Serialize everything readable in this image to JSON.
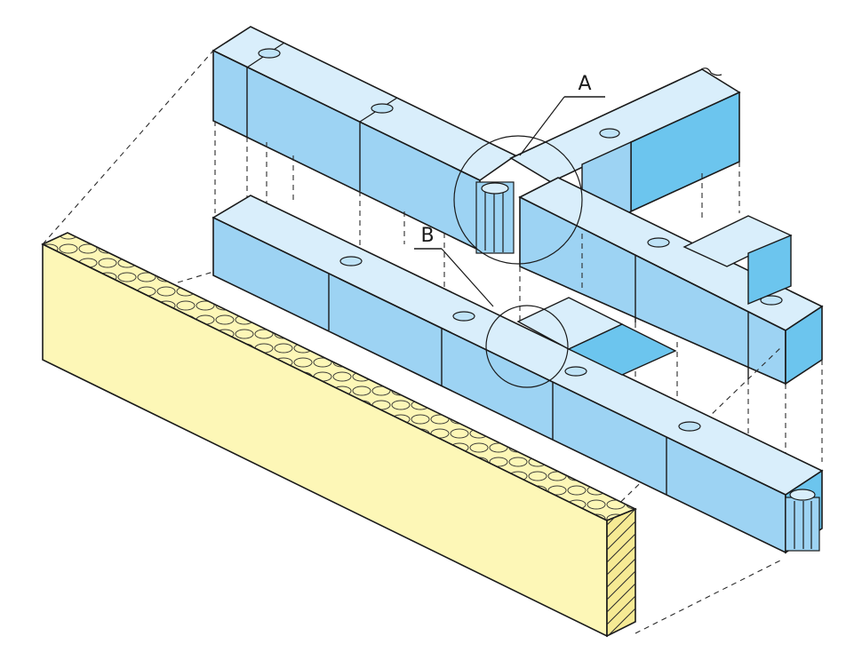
{
  "diagram": {
    "callouts": [
      {
        "id": "A",
        "label": "A"
      },
      {
        "id": "B",
        "label": "B"
      }
    ],
    "colors": {
      "top_face": "#d9eefb",
      "front_face": "#9dd3f3",
      "side_face": "#6cc5ee",
      "timber_face": "#fdf7b7",
      "timber_end": "#f6ea94",
      "stroke": "#1a1a1a"
    }
  }
}
